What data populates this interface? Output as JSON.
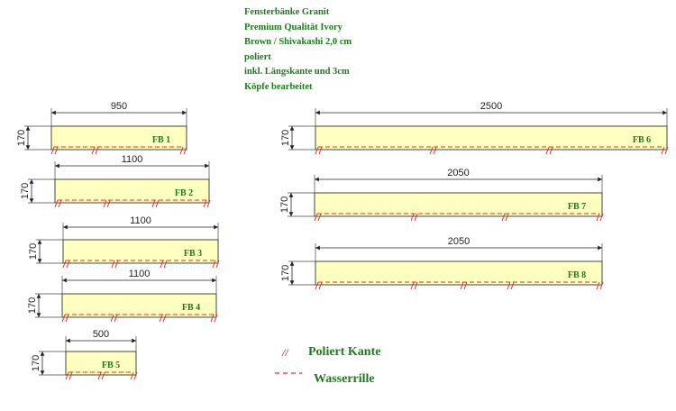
{
  "header": {
    "lines": [
      "Fensterbänke Granit",
      "Premium Qualität Ivory",
      "Brown / Shivakashi 2,0 cm",
      "poliert",
      "inkl. Längskante und 3cm",
      "Köpfe bearbeitet"
    ]
  },
  "pieces": [
    {
      "id": "FB 1",
      "length": "950",
      "depth": "170"
    },
    {
      "id": "FB 2",
      "length": "1100",
      "depth": "170"
    },
    {
      "id": "FB 3",
      "length": "1100",
      "depth": "170"
    },
    {
      "id": "FB 4",
      "length": "1100",
      "depth": "170"
    },
    {
      "id": "FB 5",
      "length": "500",
      "depth": "170"
    },
    {
      "id": "FB 6",
      "length": "2500",
      "depth": "170"
    },
    {
      "id": "FB 7",
      "length": "2050",
      "depth": "170"
    },
    {
      "id": "FB 8",
      "length": "2050",
      "depth": "170"
    }
  ],
  "legend": {
    "polished_symbol": "//",
    "polished_label": "Poliert Kante",
    "groove_label": "Wasserrille"
  },
  "colors": {
    "slab_fill": "#ffffc0",
    "slab_stroke": "#333333",
    "groove": "#e03030",
    "polish_mark": "#e03030",
    "label": "#1f7a1f"
  }
}
